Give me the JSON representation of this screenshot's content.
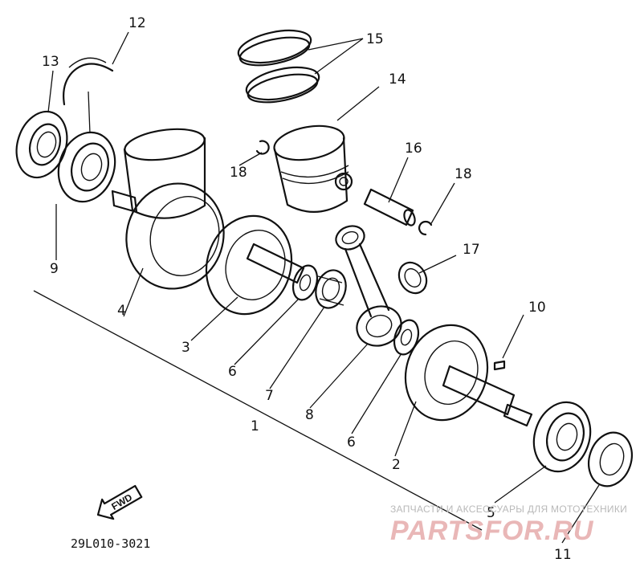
{
  "diagram": {
    "reference_code": "29L010-3021",
    "direction_label": "FWD",
    "watermark": {
      "tagline": "ЗАПЧАСТИ И АКСЕССУАРЫ ДЛЯ МОТОТЕХНИКИ",
      "brand": "PARTSFOR.RU"
    },
    "callouts": {
      "c1": "1",
      "c2": "2",
      "c3": "3",
      "c4": "4",
      "c5": "5",
      "c6a": "6",
      "c6b": "6",
      "c7": "7",
      "c8": "8",
      "c9": "9",
      "c10": "10",
      "c11": "11",
      "c12": "12",
      "c13": "13",
      "c14": "14",
      "c15": "15",
      "c16": "16",
      "c17": "17",
      "c18a": "18",
      "c18b": "18"
    },
    "parts": [
      "piston-ring-set",
      "piston",
      "piston-pin",
      "piston-pin-clip",
      "crank-half-left",
      "crank-half-right",
      "crankshaft-assembly",
      "connecting-rod",
      "big-end-bearing",
      "small-end-bearing",
      "thrust-washer",
      "main-bearing",
      "oil-seal",
      "circlip",
      "woodruff-key"
    ]
  }
}
